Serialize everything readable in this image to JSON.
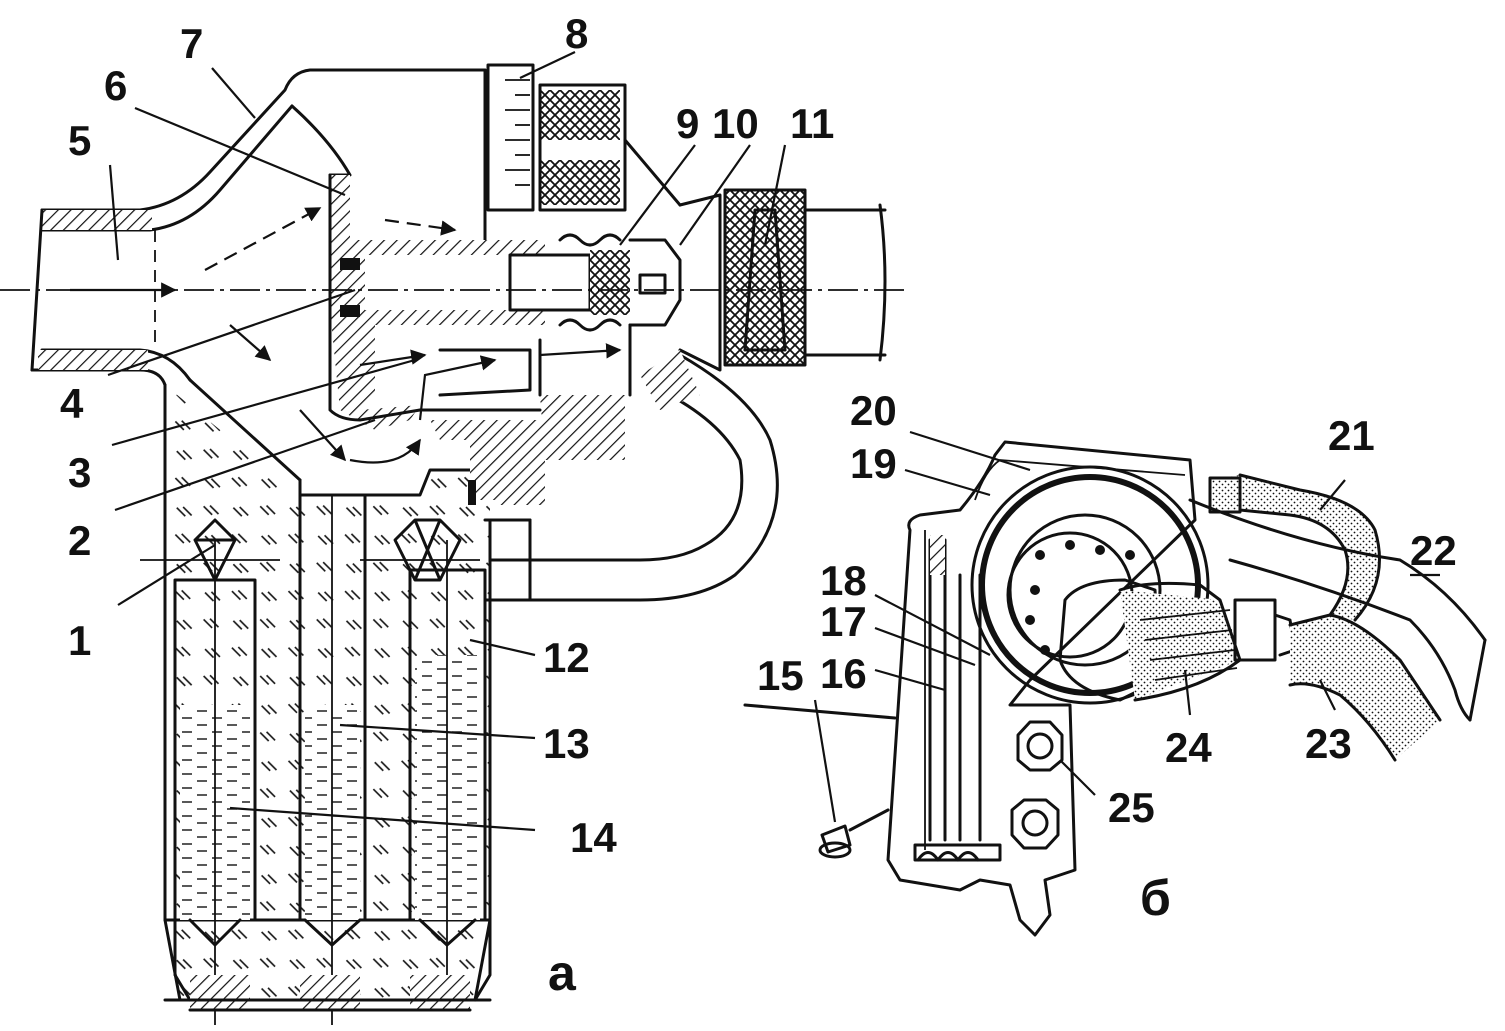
{
  "figure": {
    "part_labels": [
      "1",
      "2",
      "3",
      "4",
      "5",
      "6",
      "7",
      "8",
      "9",
      "10",
      "11",
      "12",
      "13",
      "14",
      "15",
      "16",
      "17",
      "18",
      "19",
      "20",
      "21",
      "22",
      "23",
      "24",
      "25"
    ],
    "view_a_caption": "а",
    "view_b_caption": "б"
  },
  "colors": {
    "ink": "#111111",
    "paper": "#ffffff"
  }
}
